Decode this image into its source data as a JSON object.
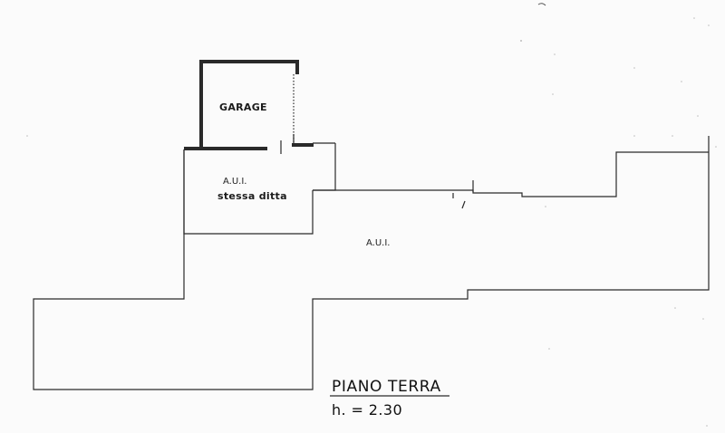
{
  "rooms": {
    "garage": "GARAGE",
    "aui_small_line1": "A.U.I.",
    "aui_small_line2": "stessa ditta",
    "aui_main": "A.U.I."
  },
  "floor": {
    "name": "PIANO TERRA",
    "height": "h. = 2.30"
  }
}
